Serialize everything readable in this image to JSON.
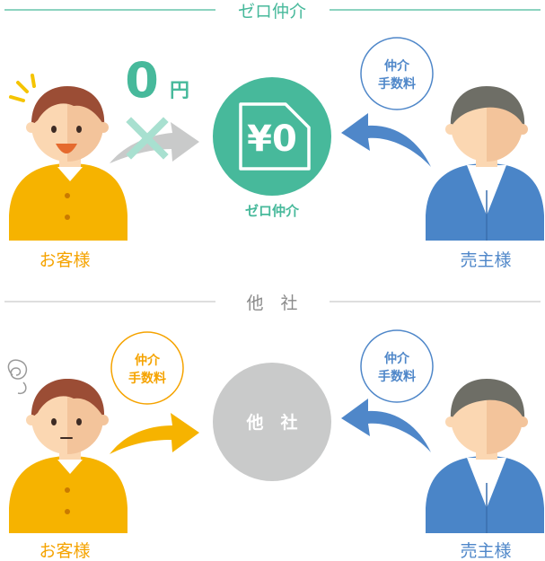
{
  "colors": {
    "teal": "#47b99b",
    "orange": "#f5a300",
    "blue": "#4f87c9",
    "gray_circle": "#c9caca",
    "skin": "#fbd7b2",
    "hair_brown": "#9b4d35",
    "hair_gray": "#6e6e66",
    "shirt_yellow": "#f6b300",
    "shirt_blue": "#4a85c8"
  },
  "top_section": {
    "header": "ゼロ仲介",
    "zero_price_number": "0",
    "zero_price_unit": "円",
    "center_logo_symbol": "¥0",
    "center_label": "ゼロ仲介",
    "fee_badge_line1": "仲介",
    "fee_badge_line2": "手数料",
    "customer_label": "お客様",
    "seller_label": "売主様"
  },
  "bottom_section": {
    "header": "他　社",
    "center_label": "他　社",
    "left_badge_line1": "仲介",
    "left_badge_line2": "手数料",
    "right_badge_line1": "仲介",
    "right_badge_line2": "手数料",
    "customer_label": "お客様",
    "seller_label": "売主様"
  }
}
